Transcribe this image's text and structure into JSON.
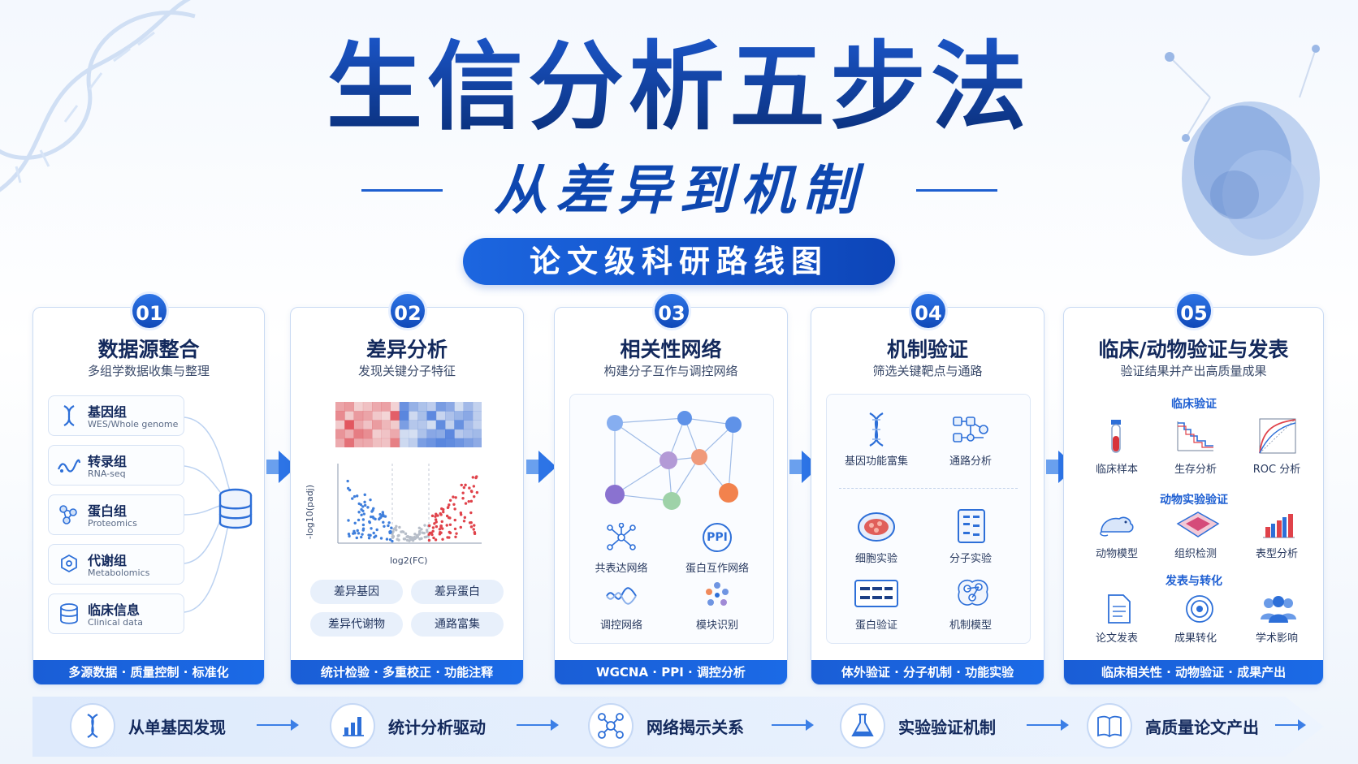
{
  "header": {
    "title": "生信分析五步法",
    "subtitle": "从差异到机制",
    "badge": "论文级科研路线图"
  },
  "steps": [
    {
      "num": "01",
      "title": "数据源整合",
      "subtitle": "多组学数据收集与整理",
      "footer": "多源数据 · 质量控制 · 标准化",
      "sources": [
        {
          "name": "基因组",
          "en": "WES/Whole genome"
        },
        {
          "name": "转录组",
          "en": "RNA-seq"
        },
        {
          "name": "蛋白组",
          "en": "Proteomics"
        },
        {
          "name": "代谢组",
          "en": "Metabolomics"
        },
        {
          "name": "临床信息",
          "en": "Clinical data"
        }
      ]
    },
    {
      "num": "02",
      "title": "差异分析",
      "subtitle": "发现关键分子特征",
      "footer": "统计检验 · 多重校正 · 功能注释",
      "volcano": {
        "xlabel": "log2(FC)",
        "ylabel": "-log10(padj)"
      },
      "pills": [
        "差异基因",
        "差异蛋白",
        "差异代谢物",
        "通路富集"
      ]
    },
    {
      "num": "03",
      "title": "相关性网络",
      "subtitle": "构建分子互作与调控网络",
      "footer": "WGCNA · PPI · 调控分析",
      "items": [
        "共表达网络",
        "蛋白互作网络",
        "调控网络",
        "模块识别"
      ],
      "ppi_text": "PPI"
    },
    {
      "num": "04",
      "title": "机制验证",
      "subtitle": "筛选关键靶点与通路",
      "footer": "体外验证 · 分子机制 · 功能实验",
      "items": [
        "基因功能富集",
        "通路分析",
        "细胞实验",
        "分子实验",
        "蛋白验证",
        "机制模型"
      ]
    },
    {
      "num": "05",
      "title": "临床/动物验证与发表",
      "subtitle": "验证结果并产出高质量成果",
      "footer": "临床相关性 · 动物验证 · 成果产出",
      "sections": [
        {
          "label": "临床验证",
          "items": [
            "临床样本",
            "生存分析",
            "ROC 分析"
          ]
        },
        {
          "label": "动物实验验证",
          "items": [
            "动物模型",
            "组织检测",
            "表型分析"
          ]
        },
        {
          "label": "发表与转化",
          "items": [
            "论文发表",
            "成果转化",
            "学术影响"
          ]
        }
      ]
    }
  ],
  "flow": [
    "从单基因发现",
    "统计分析驱动",
    "网络揭示关系",
    "实验验证机制",
    "高质量论文产出"
  ],
  "colors": {
    "primary": "#1a5ed6",
    "dark": "#0b3d91",
    "red": "#e0424a",
    "blue": "#3f7fdc"
  }
}
